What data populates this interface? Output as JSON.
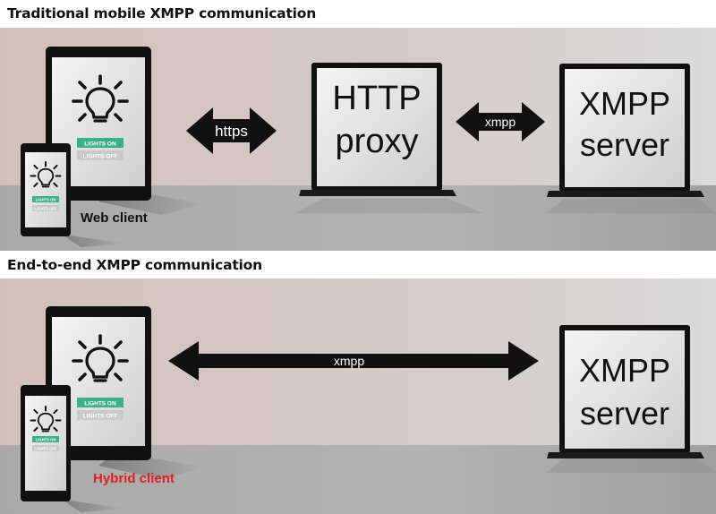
{
  "section1": {
    "heading": "Traditional mobile XMPP communication",
    "web_client_label": "Web client",
    "https_label": "https",
    "xmpp_label": "xmpp",
    "proxy_line1": "HTTP",
    "proxy_line2": "proxy",
    "server_line1": "XMPP",
    "server_line2": "server"
  },
  "section2": {
    "heading": "End-to-end XMPP communication",
    "hybrid_client_label": "Hybrid client",
    "xmpp_label": "xmpp",
    "server_line1": "XMPP",
    "server_line2": "server"
  },
  "device_ui": {
    "lights_on": "LIGHTS ON",
    "lights_off": "LIGHTS OFF"
  },
  "colors": {
    "lights_on_bg": "#3bb18a",
    "lights_off_bg": "#c9c9c9",
    "hybrid_label": "#e02020"
  }
}
